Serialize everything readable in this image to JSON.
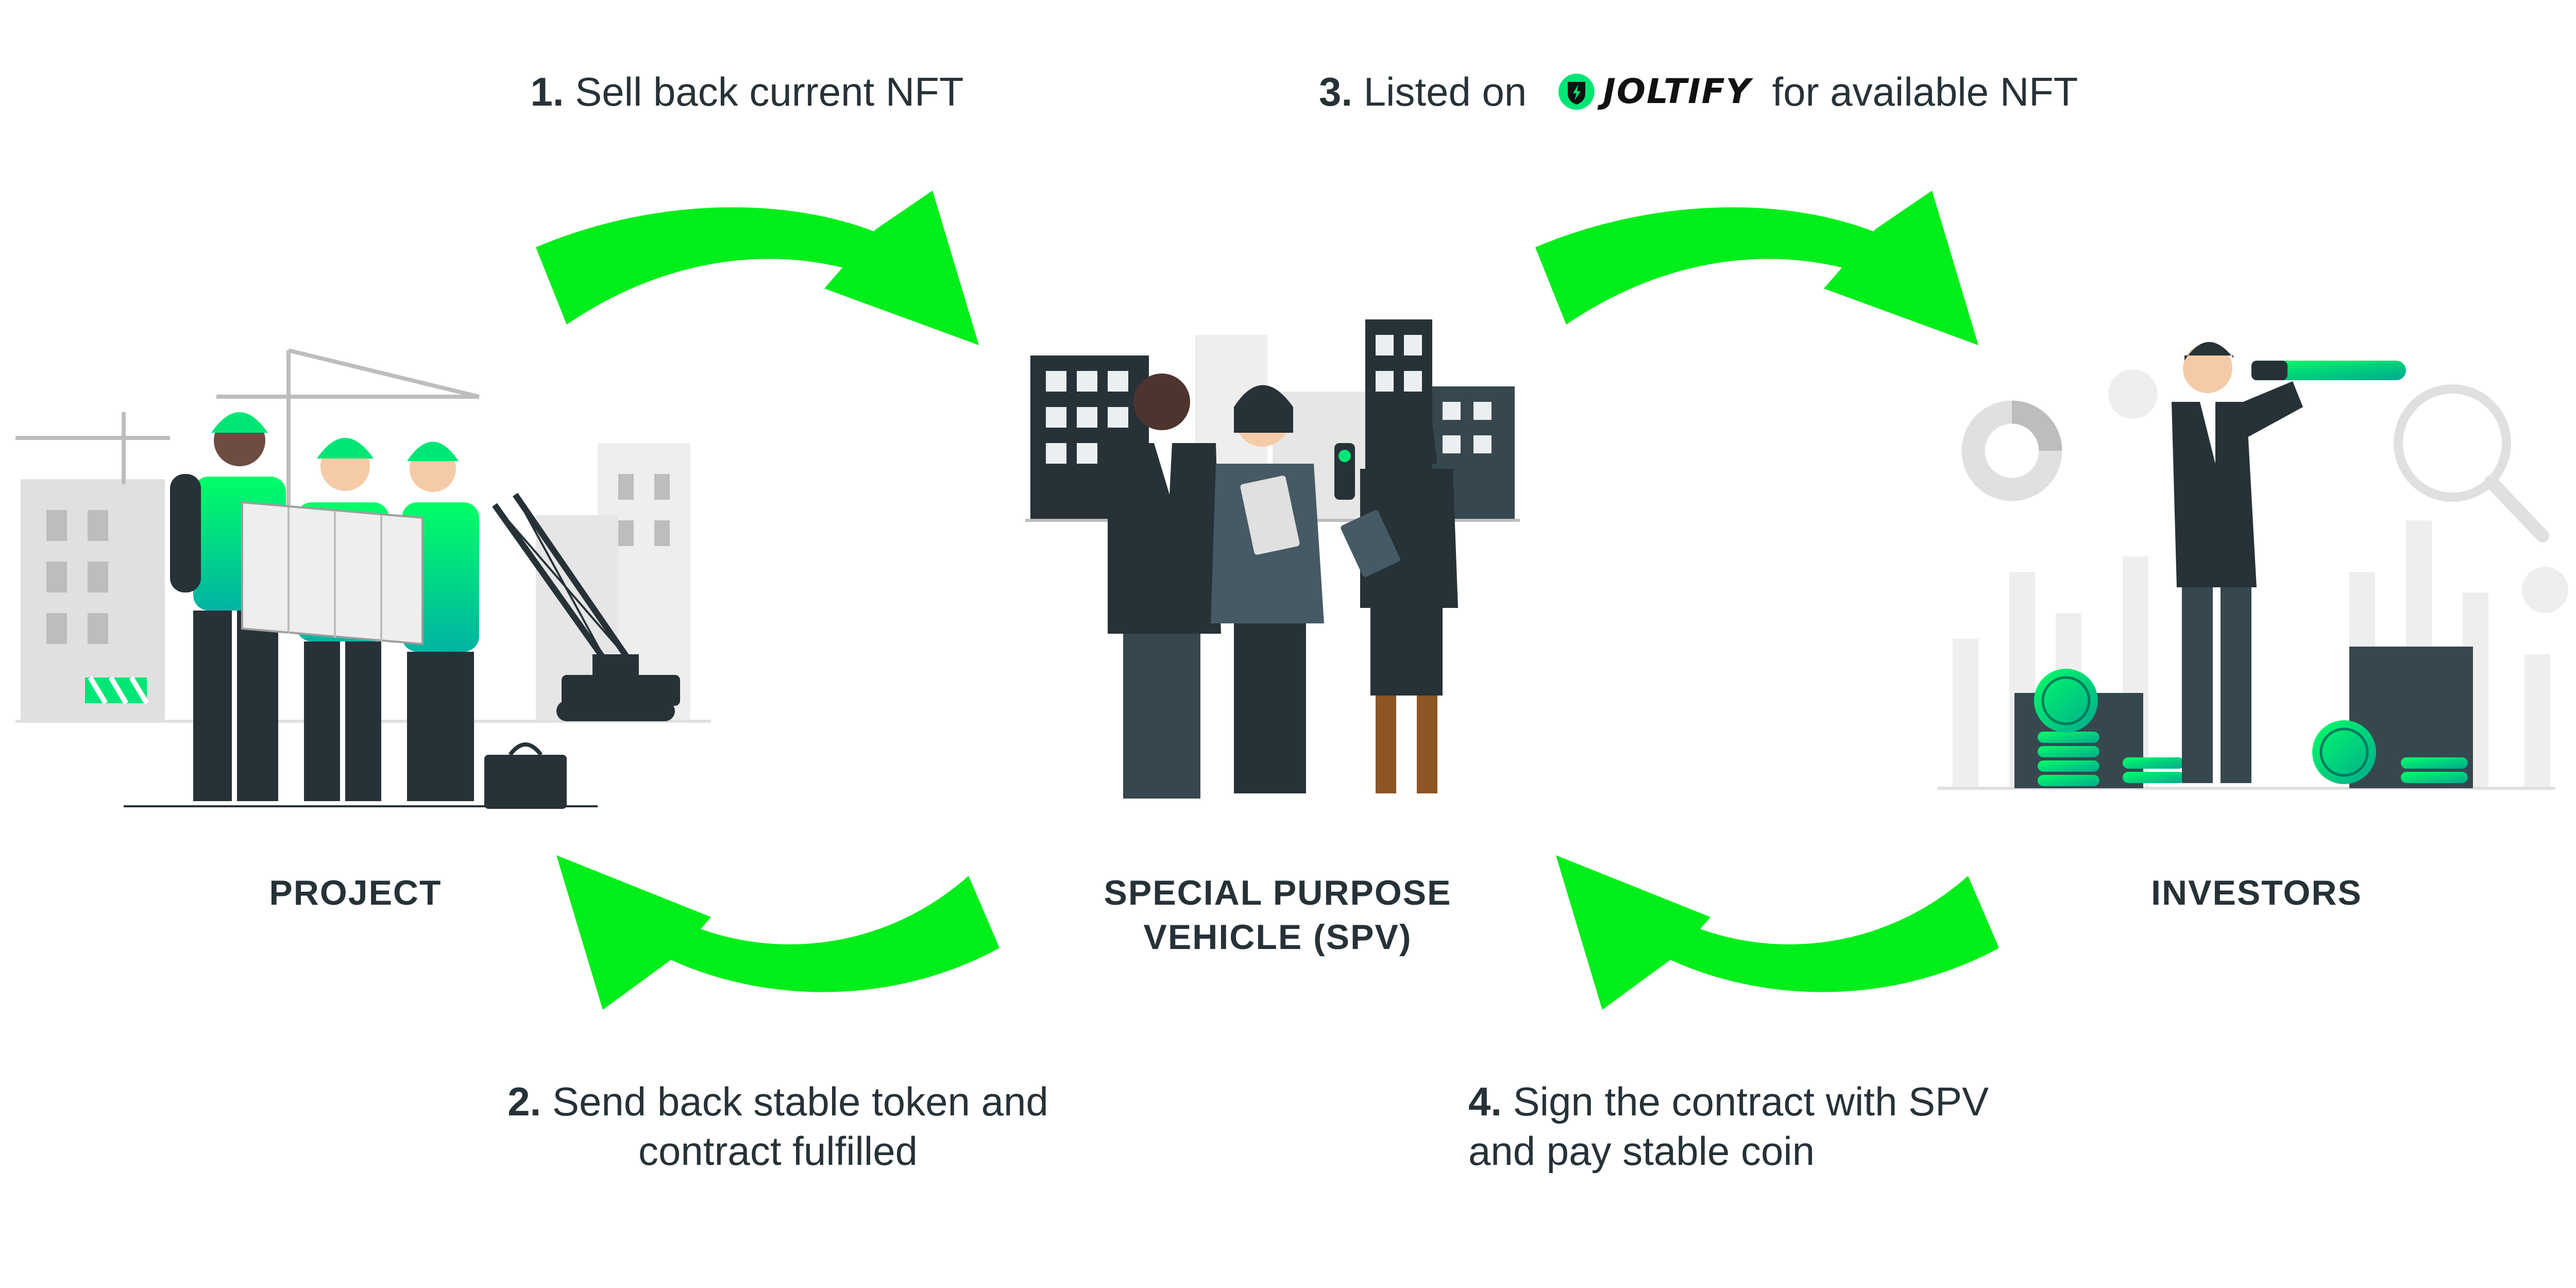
{
  "steps": [
    {
      "number": "1.",
      "text": "Sell back current NFT"
    },
    {
      "number": "2.",
      "line1": "Send back stable token and",
      "line2": "contract fulfilled"
    },
    {
      "number": "3.",
      "before": "Listed on",
      "after": "for available NFT"
    },
    {
      "number": "4.",
      "line1": "Sign the contract with SPV",
      "line2": "and pay stable coin"
    }
  ],
  "brand": {
    "name": "JOLTIFY"
  },
  "nodes": {
    "project": "PROJECT",
    "spv_line1": "SPECIAL PURPOSE",
    "spv_line2": "VEHICLE (SPV)",
    "investors": "INVESTORS"
  },
  "colors": {
    "arrow": "#00ee1a",
    "accent_gradient_start": "#00ff66",
    "accent_gradient_end": "#00b3a4",
    "dark": "#263238",
    "grey_light": "#e0e0e0",
    "grey_mid": "#bdbdbd"
  },
  "icons": [
    "shield-logo-icon",
    "dollar-coin-icon",
    "magnifier-icon",
    "telescope-icon",
    "crane-icon"
  ]
}
